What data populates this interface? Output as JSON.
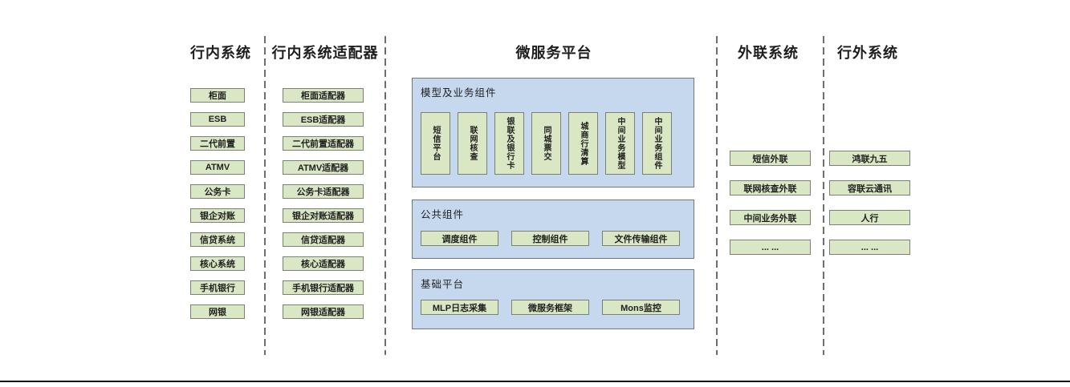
{
  "colors": {
    "box_fill": "#dae7c5",
    "box_border": "#7b7f74",
    "panel_fill": "#c6d8ee",
    "panel_border": "#6d7786",
    "separator": "#6e6e6e",
    "baseline": "#0a0a0a"
  },
  "columns": [
    {
      "title": "行内系统",
      "items": [
        "柜面",
        "ESB",
        "二代前置",
        "ATMV",
        "公务卡",
        "银企对账",
        "信贷系统",
        "核心系统",
        "手机银行",
        "网银"
      ]
    },
    {
      "title": "行内系统适配器",
      "items": [
        "柜面适配器",
        "ESB适配器",
        "二代前置适配器",
        "ATMV适配器",
        "公务卡适配器",
        "银企对账适配器",
        "信贷适配器",
        "核心适配器",
        "手机银行适配器",
        "网银适配器"
      ]
    }
  ],
  "platform": {
    "title": "微服务平台",
    "panels": [
      {
        "title": "模型及业务组件",
        "items": [
          "短信平台",
          "联网核查",
          "银联及银行卡",
          "同城票交",
          "城商行清算",
          "中间业务模型",
          "中间业务组件"
        ]
      },
      {
        "title": "公共组件",
        "items": [
          "调度组件",
          "控制组件",
          "文件传输组件"
        ]
      },
      {
        "title": "基础平台",
        "items": [
          "MLP日志采集",
          "微服务框架",
          "Mons监控"
        ]
      }
    ]
  },
  "external": {
    "title": "外联系统",
    "items": [
      "短信外联",
      "联网核查外联",
      "中间业务外联",
      "... ..."
    ]
  },
  "outside": {
    "title": "行外系统",
    "items": [
      "鸿联九五",
      "容联云通讯",
      "人行",
      "... ..."
    ]
  }
}
